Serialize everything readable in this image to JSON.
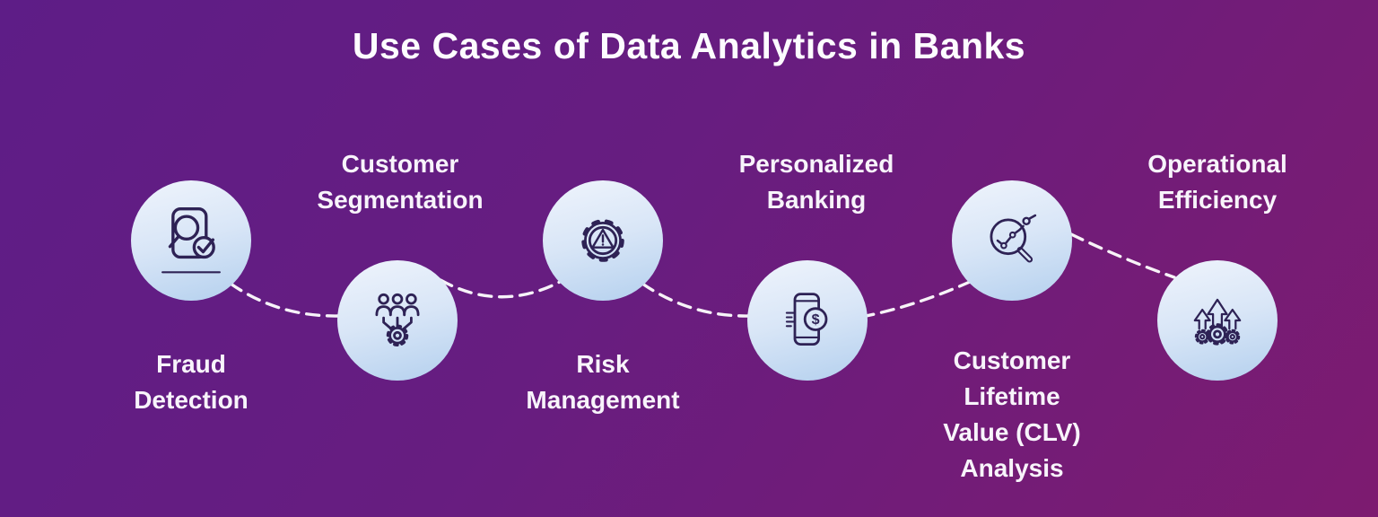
{
  "title": "Use Cases of Data Analytics in Banks",
  "colors": {
    "background_top_left": "#5e1d87",
    "background_bottom_right": "#7d1b70",
    "circle_fill_top": "#eff4fc",
    "circle_fill_bottom": "#b4d0ee",
    "icon_stroke": "#2e2255",
    "connector": "#ffffff",
    "text": "#ffffff"
  },
  "nodes": [
    {
      "label_lines": [
        "Fraud",
        "Detection"
      ],
      "icon": "fraud-detection-icon",
      "label_position": "below"
    },
    {
      "label_lines": [
        "Customer",
        "Segmentation"
      ],
      "icon": "customer-segmentation-icon",
      "label_position": "above"
    },
    {
      "label_lines": [
        "Risk",
        "Management"
      ],
      "icon": "risk-management-icon",
      "label_position": "below"
    },
    {
      "label_lines": [
        "Personalized",
        "Banking"
      ],
      "icon": "personalized-banking-icon",
      "label_position": "above"
    },
    {
      "label_lines": [
        "Customer",
        "Lifetime",
        "Value (CLV)",
        "Analysis"
      ],
      "icon": "clv-analysis-icon",
      "label_position": "below"
    },
    {
      "label_lines": [
        "Operational",
        "Efficiency"
      ],
      "icon": "operational-efficiency-icon",
      "label_position": "above"
    }
  ],
  "coin_symbol": "$"
}
